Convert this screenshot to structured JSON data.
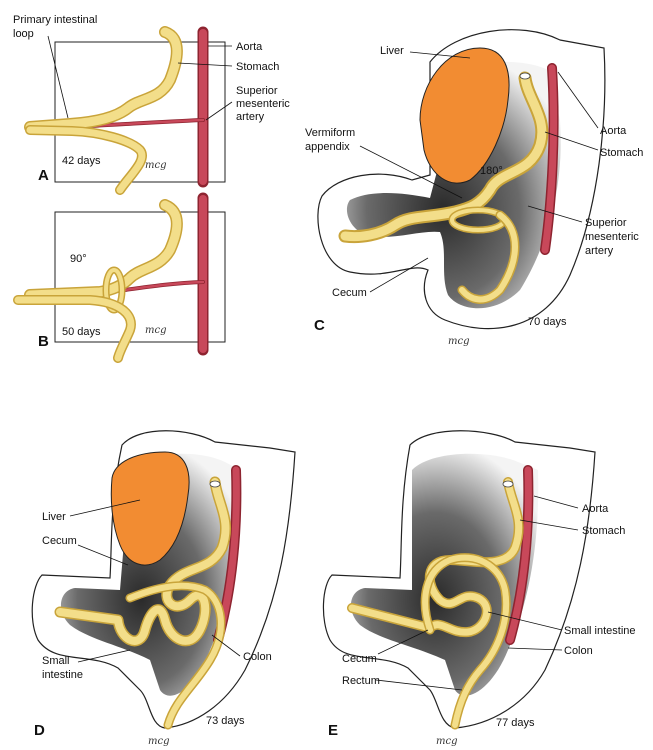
{
  "panels": {
    "A": {
      "letter": "A",
      "age": "42 days",
      "signature": "mcg",
      "labels": {
        "primary_loop": "Primary intestinal",
        "primary_loop_2": "loop",
        "aorta": "Aorta",
        "stomach": "Stomach",
        "sma_1": "Superior",
        "sma_2": "mesenteric",
        "sma_3": "artery"
      }
    },
    "B": {
      "letter": "B",
      "age": "50 days",
      "angle": "90°",
      "signature": "mcg"
    },
    "C": {
      "letter": "C",
      "age": "70 days",
      "angle": "180°",
      "signature": "mcg",
      "labels": {
        "liver": "Liver",
        "aorta": "Aorta",
        "stomach": "Stomach",
        "appendix_1": "Vermiform",
        "appendix_2": "appendix",
        "sma_1": "Superior",
        "sma_2": "mesenteric",
        "sma_3": "artery",
        "cecum": "Cecum"
      }
    },
    "D": {
      "letter": "D",
      "age": "73 days",
      "signature": "mcg",
      "labels": {
        "liver": "Liver",
        "cecum": "Cecum",
        "small_1": "Small",
        "small_2": "intestine",
        "colon": "Colon"
      }
    },
    "E": {
      "letter": "E",
      "age": "77 days",
      "signature": "mcg",
      "labels": {
        "aorta": "Aorta",
        "stomach": "Stomach",
        "small": "Small intestine",
        "colon": "Colon",
        "cecum": "Cecum",
        "rectum": "Rectum"
      }
    }
  },
  "colors": {
    "gut": "#f3de8a",
    "gut_edge": "#c9a43a",
    "liver": "#f28c32",
    "vessel": "#c8485a",
    "vessel_edge": "#8e2430",
    "shadow": "#4a4a4a"
  }
}
